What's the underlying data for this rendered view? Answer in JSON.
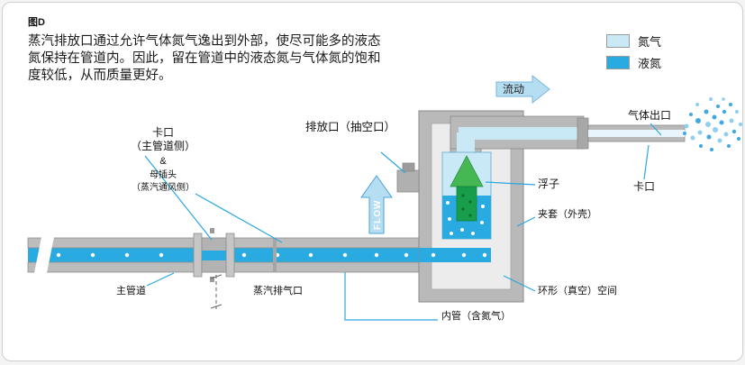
{
  "figure": {
    "tag": "图D",
    "description": "蒸汽排放口通过允许气体氮气逸出到外部，使尽可能多的液态氮保持在管道内。因此，留在管道中的液态氮与气体氮的饱和度较低，从而质量更好。"
  },
  "legend": {
    "gas_label": "氮气",
    "liquid_label": "液氮",
    "gas_color": "#c9e9f7",
    "liquid_color": "#29abe2"
  },
  "arrows": {
    "flow_cn": "流动",
    "flow_en": "FLOW"
  },
  "labels": {
    "bayonet_title": "卡口",
    "bayonet_sub": "（主管道侧）",
    "ampersand": "&",
    "female_plug": "母插头",
    "female_plug_sub": "（蒸汽通风侧）",
    "vent_port": "排放口（抽空口）",
    "main_pipe": "主管道",
    "steam_vent": "蒸汽排气口",
    "inner_pipe": "内管（含氮气）",
    "annular_space": "环形（真空）空间",
    "jacket": "夹套（外壳）",
    "float": "浮子",
    "bayonet_right": "卡口",
    "gas_outlet": "气体出口"
  },
  "colors": {
    "gas_blue": "#c9e9f7",
    "liquid_blue": "#29abe2",
    "pipe_gray": "#b9b9b9",
    "float_green": "#00a14b",
    "leader_blue": "#2da7e0"
  }
}
